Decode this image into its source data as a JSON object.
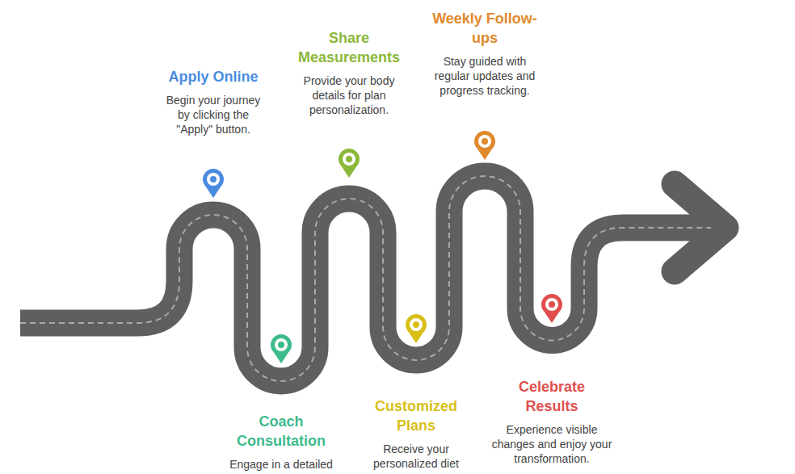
{
  "diagram": {
    "nodes": [
      {
        "text": [
          "Apply Online",
          "Begin your journey by clicking the \"Apply\" button."
        ]
      },
      {
        "text": [
          "Coach Consultation",
          "Engage in a detailed"
        ]
      },
      {
        "text": [
          "Share Measurements",
          "Provide your body details for plan personalization."
        ]
      },
      {
        "text": [
          "Customized Plans",
          "Receive your personalized diet"
        ]
      },
      {
        "text": [
          "Weekly Follow-ups",
          "Stay guided with regular updates and progress tracking."
        ]
      },
      {
        "text": [
          "Celebrate Results",
          "Experience visible changes and enjoy your transformation."
        ]
      }
    ]
  }
}
